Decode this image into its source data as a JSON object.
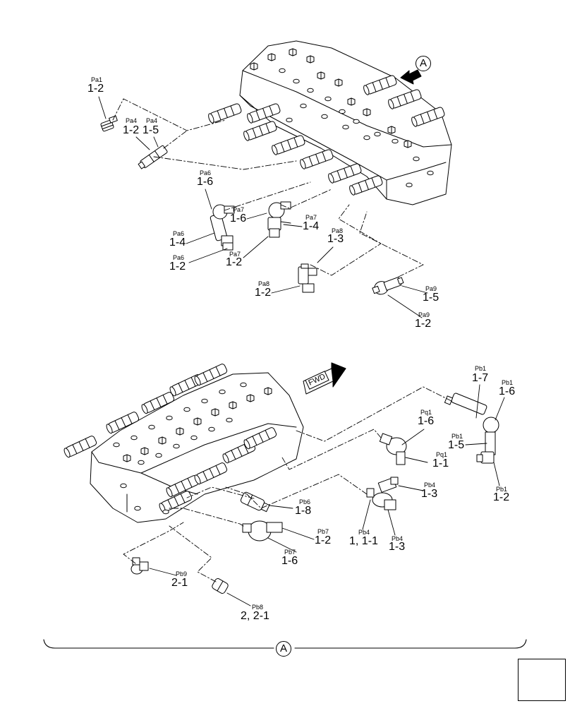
{
  "view_marker": "A",
  "fwd_label": "FWD",
  "callouts": [
    {
      "id": "pa1-12",
      "port": "Pa1",
      "ref": "1-2"
    },
    {
      "id": "pa4-12",
      "port": "Pa4",
      "ref": "1-2"
    },
    {
      "id": "pa4-15",
      "port": "Pa4",
      "ref": "1-5"
    },
    {
      "id": "pa6-16",
      "port": "Pa6",
      "ref": "1-6"
    },
    {
      "id": "pa6-14",
      "port": "Pa6",
      "ref": "1-4"
    },
    {
      "id": "pa6-12",
      "port": "Pa6",
      "ref": "1-2"
    },
    {
      "id": "pa7-16",
      "port": "Pa7",
      "ref": "1-6"
    },
    {
      "id": "pa7-14",
      "port": "Pa7",
      "ref": "1-4"
    },
    {
      "id": "pa7-12",
      "port": "Pa7",
      "ref": "1-2"
    },
    {
      "id": "pa8-13",
      "port": "Pa8",
      "ref": "1-3"
    },
    {
      "id": "pa8-12",
      "port": "Pa8",
      "ref": "1-2"
    },
    {
      "id": "pa9-15",
      "port": "Pa9",
      "ref": "1-5"
    },
    {
      "id": "pa9-12",
      "port": "Pa9",
      "ref": "1-2"
    },
    {
      "id": "pb1-17",
      "port": "Pb1",
      "ref": "1-7"
    },
    {
      "id": "pb1-16",
      "port": "Pb1",
      "ref": "1-6"
    },
    {
      "id": "pb1-15",
      "port": "Pb1",
      "ref": "1-5"
    },
    {
      "id": "pb1-12",
      "port": "Pb1",
      "ref": "1-2"
    },
    {
      "id": "pq1-16",
      "port": "Pq1",
      "ref": "1-6"
    },
    {
      "id": "pq1-11",
      "port": "Pq1",
      "ref": "1-1"
    },
    {
      "id": "pb4-13a",
      "port": "Pb4",
      "ref": "1-3"
    },
    {
      "id": "pb4-111",
      "port": "Pb4",
      "ref": "1, 1-1"
    },
    {
      "id": "pb4-13b",
      "port": "Pb4",
      "ref": "1-3"
    },
    {
      "id": "pb6-18",
      "port": "Pb6",
      "ref": "1-8"
    },
    {
      "id": "pb7-12",
      "port": "Pb7",
      "ref": "1-2"
    },
    {
      "id": "pb7-16",
      "port": "Pb7",
      "ref": "1-6"
    },
    {
      "id": "pb9-21",
      "port": "Pb9",
      "ref": "2-1"
    },
    {
      "id": "pb8-221",
      "port": "Pb8",
      "ref": "2, 2-1"
    }
  ]
}
